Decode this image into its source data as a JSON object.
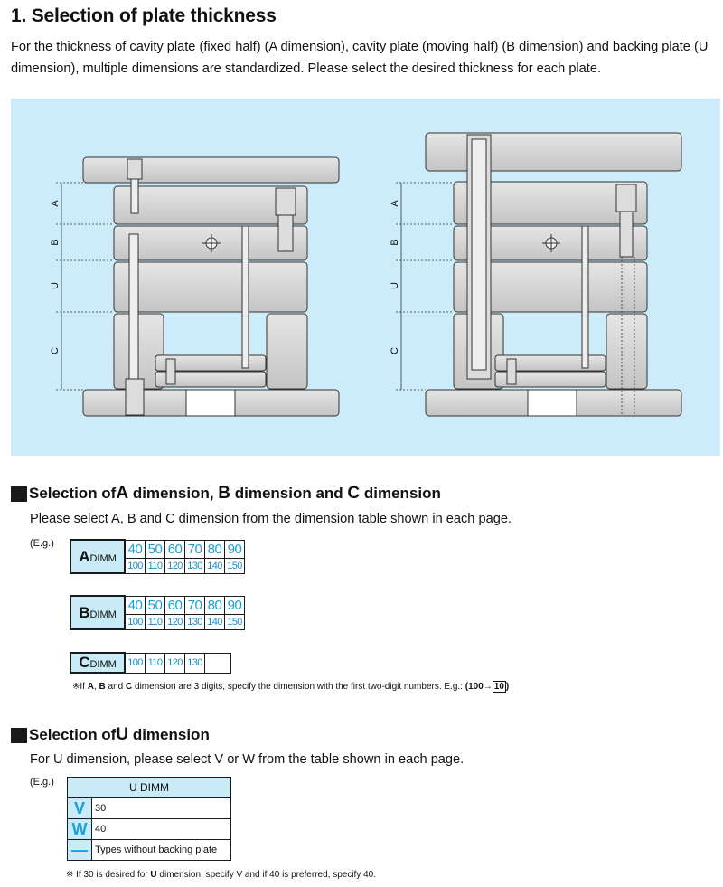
{
  "title": "1. Selection of plate thickness",
  "intro": "For the thickness of cavity plate (fixed half) (A dimension), cavity plate (moving half) (B dimension) and backing plate (U dimension), multiple dimensions are standardized. Please select the desired thickness for each plate.",
  "diagram": {
    "labels": [
      "A",
      "B",
      "U",
      "C"
    ]
  },
  "section_abc": {
    "heading_pre": "Selection of ",
    "heading_a": "A",
    "heading_mid1": " dimension, ",
    "heading_b": "B",
    "heading_mid2": " dimension and ",
    "heading_c": "C",
    "heading_post": " dimension",
    "description": "Please select A, B and C dimension from the dimension table shown in each page.",
    "eg": "(E.g.)",
    "dimm": "DIMM",
    "a_table": {
      "letter": "A",
      "row1": [
        "40",
        "50",
        "60",
        "70",
        "80",
        "90"
      ],
      "row2": [
        "100",
        "110",
        "120",
        "130",
        "140",
        "150"
      ]
    },
    "b_table": {
      "letter": "B",
      "row1": [
        "40",
        "50",
        "60",
        "70",
        "80",
        "90"
      ],
      "row2": [
        "100",
        "110",
        "120",
        "130",
        "140",
        "150"
      ]
    },
    "c_table": {
      "letter": "C",
      "row1": [
        "100",
        "110",
        "120",
        "130"
      ]
    },
    "note_pre": "※If ",
    "note_a": "A",
    "note_comma": ", ",
    "note_b": "B",
    "note_and": " and ",
    "note_c": "C",
    "note_mid": " dimension are 3 digits, specify the dimension with the first two-digit numbers. E.g.: ",
    "note_ex_open": "(100→",
    "note_ex_box": "10",
    "note_ex_close": ")"
  },
  "section_u": {
    "heading_pre": "Selection of ",
    "heading_u": "U",
    "heading_post": " dimension",
    "description": "For U dimension, please select V or W from the table shown in each page.",
    "eg": "(E.g.)",
    "table_header": "U DIMM",
    "rows": [
      {
        "key": "V",
        "value": "30"
      },
      {
        "key": "W",
        "value": "40"
      },
      {
        "key": "—",
        "value": "Types without backing plate"
      }
    ],
    "note_pre": "※ If 30 is desired for ",
    "note_u": "U",
    "note_post": " dimension, specify V and if 40 is preferred, specify 40."
  }
}
